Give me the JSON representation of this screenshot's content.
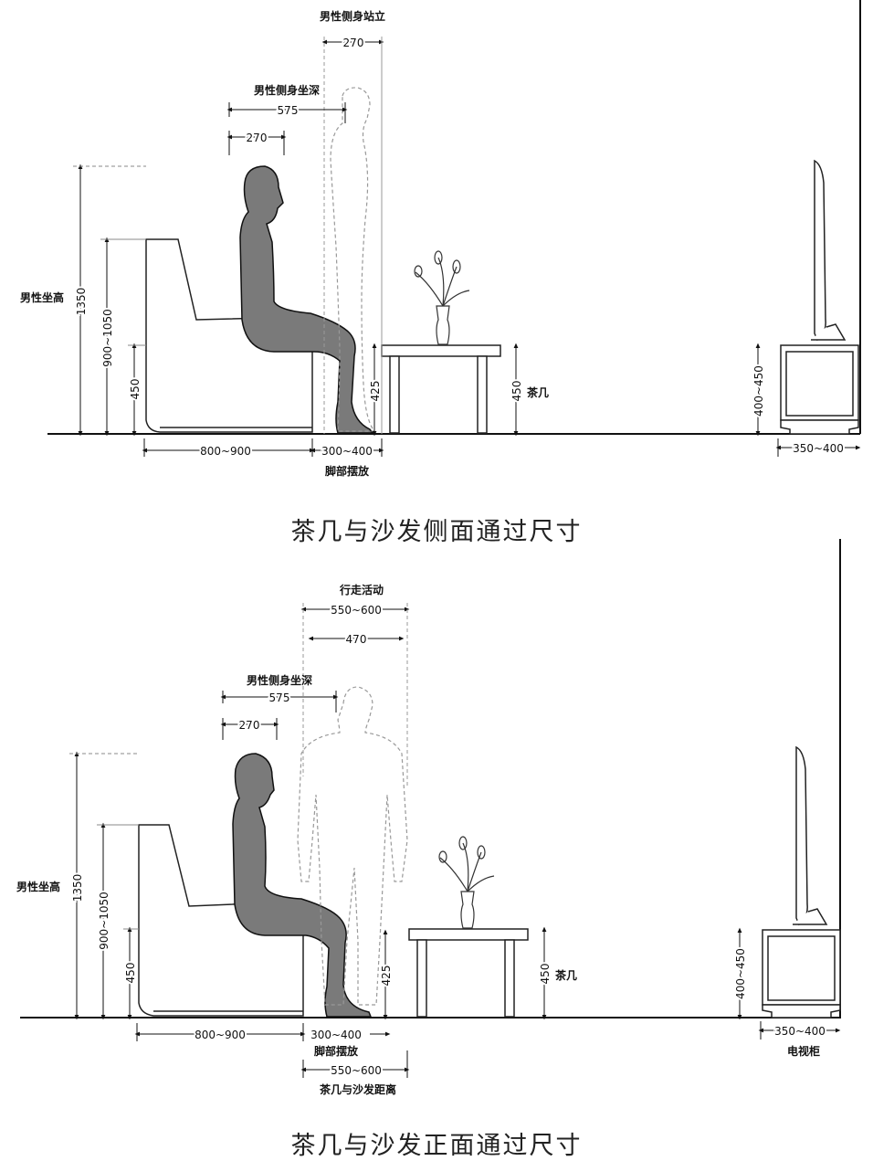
{
  "side_view": {
    "caption": "茶几与沙发侧面通过尺寸",
    "labels": {
      "stand_title": "男性侧身站立",
      "stand_width": "270",
      "seat_depth_title": "男性侧身坐深",
      "seat_depth": "575",
      "body_width": "270",
      "sitting_height_title": "男性坐高",
      "sitting_height": "1350",
      "back_height": "900~1050",
      "seat_height": "450",
      "knee_height": "425",
      "table_height": "450",
      "table_name": "茶几",
      "tv_cabinet_height": "400~450",
      "sofa_depth": "800~900",
      "foot_space": "300~400",
      "foot_title": "脚部摆放",
      "tv_depth": "350~400"
    }
  },
  "front_view": {
    "caption": "茶几与沙发正面通过尺寸",
    "labels": {
      "walk_title": "行走活动",
      "walk_space": "550~600",
      "walk_width": "470",
      "seat_depth_title": "男性侧身坐深",
      "seat_depth": "575",
      "body_width": "270",
      "sitting_height_title": "男性坐高",
      "sitting_height": "1350",
      "back_height": "900~1050",
      "seat_height": "450",
      "knee_height": "425",
      "table_height": "450",
      "table_name": "茶几",
      "tv_cabinet_height": "400~450",
      "sofa_depth": "800~900",
      "foot_space": "300~400",
      "foot_title": "脚部摆放",
      "distance": "550~600",
      "distance_title": "茶几与沙发距离",
      "tv_depth": "350~400",
      "tv_cabinet_name": "电视柜"
    }
  }
}
